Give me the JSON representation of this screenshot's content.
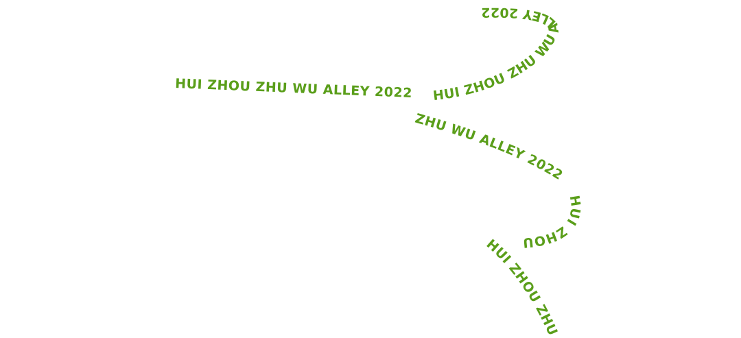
{
  "image": {
    "background_color": "#ffffff",
    "text_color": "#5a9e1a"
  },
  "ribbon_text": {
    "segment_1": "HUI ZHOU ZHU WU ALLEY 2022",
    "segment_2": "HUI ZHOU ZHU WU ALLEY 2022",
    "segment_3": "HUI ZHOU",
    "segment_4": "ZHU WU ALLEY 2022",
    "segment_5": "HUI ZHOU ZHU WU ALLEY"
  }
}
